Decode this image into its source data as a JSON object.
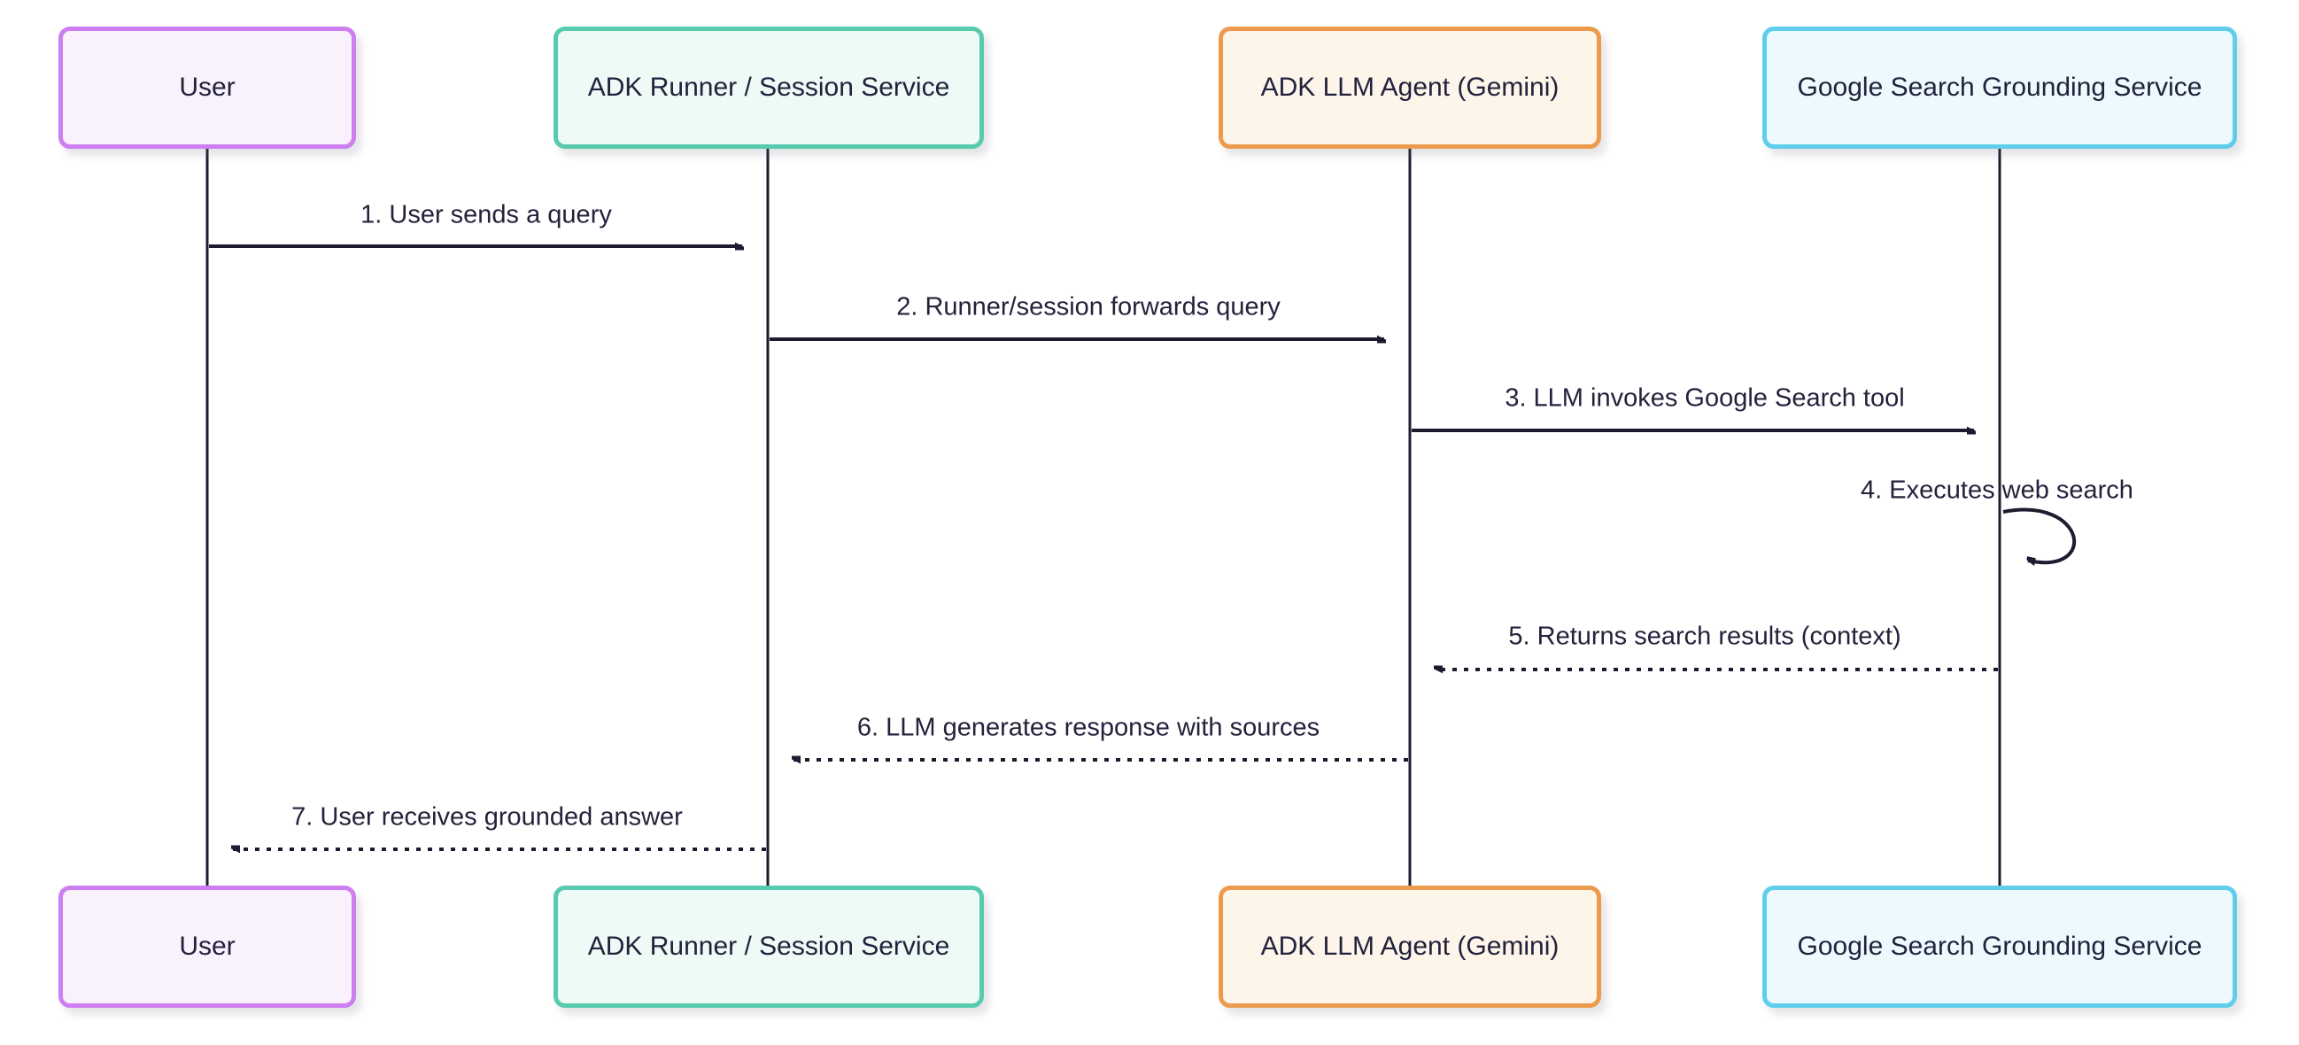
{
  "diagram": {
    "type": "sequence-diagram",
    "background_color": "#ffffff",
    "line_color": "#1c1c30",
    "text_color": "#22223c",
    "actors": [
      {
        "id": "user",
        "label": "User",
        "border_color": "#cd7ef0",
        "fill_color": "#f9f1fc"
      },
      {
        "id": "adk-runner-session-service",
        "label": "ADK Runner / Session Service",
        "border_color": "#58cbae",
        "fill_color": "#eefaf6"
      },
      {
        "id": "adk-llm-agent",
        "label": "ADK LLM Agent (Gemini)",
        "border_color": "#ec9b4e",
        "fill_color": "#fdf4ea"
      },
      {
        "id": "google-search-grounding",
        "label": "Google Search Grounding Service",
        "border_color": "#5fcdec",
        "fill_color": "#ecfafd"
      }
    ],
    "messages": [
      {
        "seq": 1,
        "label": "1. User sends a query",
        "from": "User",
        "to": "ADK Runner / Session Service",
        "line_style": "solid",
        "self": false
      },
      {
        "seq": 2,
        "label": "2. Runner/session forwards query",
        "from": "ADK Runner / Session Service",
        "to": "ADK LLM Agent (Gemini)",
        "line_style": "solid",
        "self": false
      },
      {
        "seq": 3,
        "label": "3. LLM invokes Google Search tool",
        "from": "ADK LLM Agent (Gemini)",
        "to": "Google Search Grounding Service",
        "line_style": "solid",
        "self": false
      },
      {
        "seq": 4,
        "label": "4. Executes web search",
        "from": "Google Search Grounding Service",
        "to": "Google Search Grounding Service",
        "line_style": "solid",
        "self": true
      },
      {
        "seq": 5,
        "label": "5. Returns search results (context)",
        "from": "Google Search Grounding Service",
        "to": "ADK LLM Agent (Gemini)",
        "line_style": "dotted",
        "self": false
      },
      {
        "seq": 6,
        "label": "6. LLM generates response with sources",
        "from": "ADK LLM Agent (Gemini)",
        "to": "ADK Runner / Session Service",
        "line_style": "dotted",
        "self": false
      },
      {
        "seq": 7,
        "label": "7. User receives grounded answer",
        "from": "ADK Runner / Session Service",
        "to": "User",
        "line_style": "dotted",
        "self": false
      }
    ]
  }
}
